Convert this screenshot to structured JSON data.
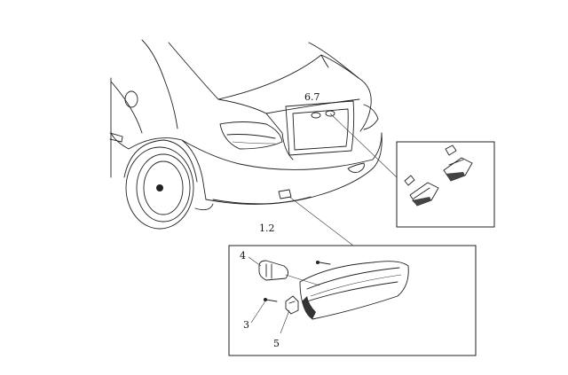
{
  "diagram": {
    "callouts": {
      "license_lamp": "6.7",
      "reflector": "1.2",
      "bulb": "4",
      "screw": "3",
      "socket": "5"
    }
  }
}
